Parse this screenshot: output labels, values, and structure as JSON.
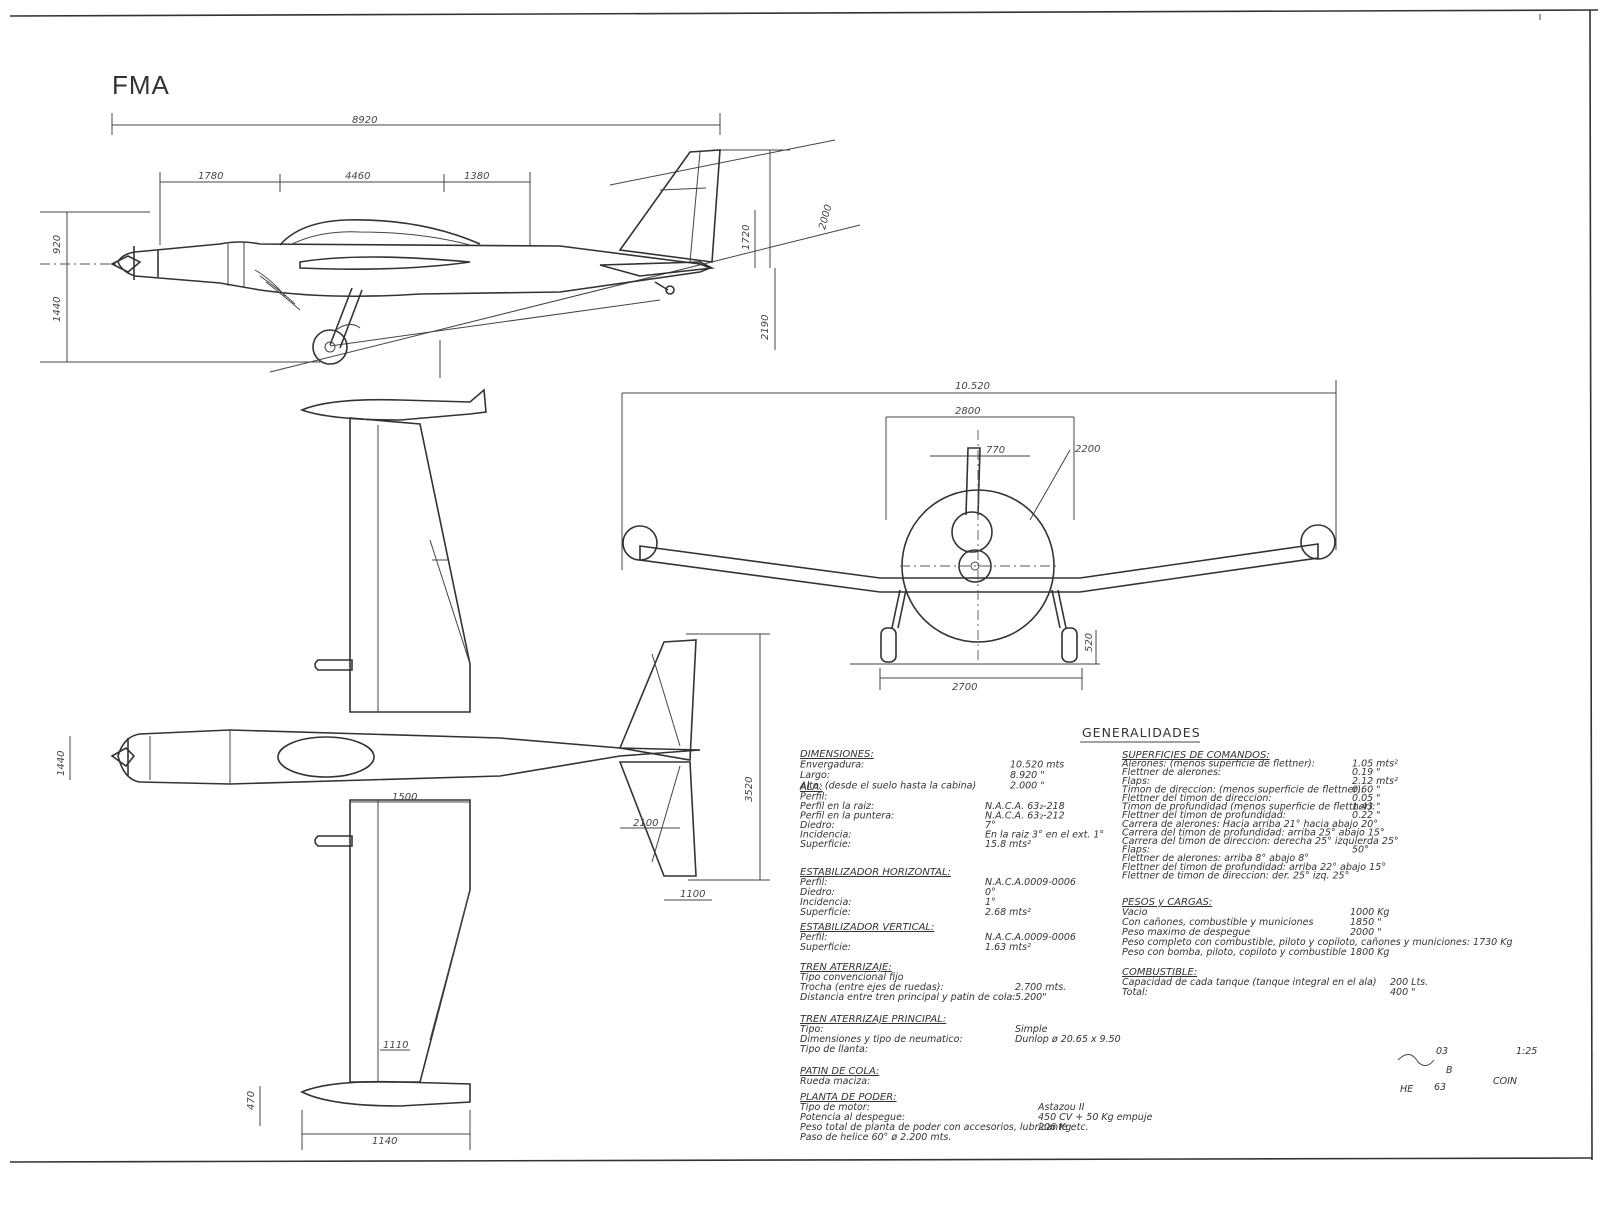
{
  "title": "FMA",
  "dimension_labels": {
    "side_total_length": "8920",
    "side_nose": "1780",
    "side_mid": "4460",
    "side_tail": "1380",
    "side_fin_height": "2000",
    "side_fin_mid": "1720",
    "side_body_height": "920",
    "side_ground_height": "1440",
    "side_tail_height": "2190",
    "front_span": "10.520",
    "front_track_wide": "2800",
    "front_fin": "770",
    "front_prop": "2200",
    "front_gear_height": "520",
    "front_track": "2700",
    "top_tail_span": "3520",
    "top_tail_chord": "1100",
    "top_tail_root": "2100",
    "top_fus_width": "1110",
    "top_wing_root": "1500",
    "top_tip_a": "470",
    "top_tip_b": "1140",
    "top_nose_w": "1440"
  },
  "generalidades": {
    "heading": "GENERALIDADES",
    "dimensiones": {
      "heading": "DIMENSIONES:",
      "rows": [
        {
          "label": "Envergadura:",
          "value": "10.520 mts"
        },
        {
          "label": "Largo:",
          "value": "8.920 \""
        },
        {
          "label": "Alto: (desde el suelo hasta la cabina)",
          "value": "2.000 \""
        }
      ]
    },
    "ala": {
      "heading": "ALA:",
      "rows": [
        {
          "label": "Perfil:",
          "value": ""
        },
        {
          "label": "Perfil en la raiz:",
          "value": "N.A.C.A. 63₂-218"
        },
        {
          "label": "Perfil en la puntera:",
          "value": "N.A.C.A. 63₂-212"
        },
        {
          "label": "Diedro:",
          "value": "7°"
        },
        {
          "label": "Incidencia:",
          "value": "En la raiz 3° en el ext. 1°"
        },
        {
          "label": "Superficie:",
          "value": "15.8 mts²"
        }
      ]
    },
    "estab_horizontal": {
      "heading": "ESTABILIZADOR HORIZONTAL:",
      "rows": [
        {
          "label": "Perfil:",
          "value": "N.A.C.A.0009-0006"
        },
        {
          "label": "Diedro:",
          "value": "0°"
        },
        {
          "label": "Incidencia:",
          "value": "1°"
        },
        {
          "label": "Superficie:",
          "value": "2.68 mts²"
        }
      ]
    },
    "estab_vertical": {
      "heading": "ESTABILIZADOR VERTICAL:",
      "rows": [
        {
          "label": "Perfil:",
          "value": "N.A.C.A.0009-0006"
        },
        {
          "label": "Superficie:",
          "value": "1.63 mts²"
        }
      ]
    },
    "tren": {
      "heading": "TREN ATERRIZAJE:",
      "rows": [
        {
          "label": "Tipo convencional fijo",
          "value": ""
        },
        {
          "label": "Trocha (entre ejes de ruedas):",
          "value": "2.700 mts."
        },
        {
          "label": "Distancia entre tren principal y patin de cola:",
          "value": "5.200\""
        }
      ]
    },
    "tren_principal": {
      "heading": "TREN ATERRIZAJE PRINCIPAL:",
      "rows": [
        {
          "label": "Tipo:",
          "value": "Simple"
        },
        {
          "label": "Dimensiones y tipo de neumatico:",
          "value": "Dunlop ø 20.65 x 9.50"
        },
        {
          "label": "Tipo de llanta:",
          "value": ""
        }
      ]
    },
    "patin": {
      "heading": "PATIN DE COLA:",
      "rows": [
        {
          "label": "Rueda maciza:",
          "value": ""
        }
      ]
    },
    "planta": {
      "heading": "PLANTA DE PODER:",
      "rows": [
        {
          "label": "Tipo de motor:",
          "value": "Astazou II"
        },
        {
          "label": "Potencia al despegue:",
          "value": "450 CV + 50 Kg empuje"
        },
        {
          "label": "Peso total de planta de poder con accesorios, lubricante etc.",
          "value": "206 Kg"
        },
        {
          "label": "Paso de helice 60° ø 2.200 mts.",
          "value": ""
        }
      ]
    },
    "superficies": {
      "heading": "SUPERFICIES DE COMANDOS:",
      "rows": [
        {
          "label": "Alerones: (menos superficie de flettner):",
          "value": "1.05 mts²"
        },
        {
          "label": "Flettner de alerones:",
          "value": "0.19 \""
        },
        {
          "label": "Flaps:",
          "value": "2.12 mts²"
        },
        {
          "label": "Timon de direccion: (menos superficie de flettner):",
          "value": "0.60 \""
        },
        {
          "label": "Flettner del timon de direccion:",
          "value": "0.05 \""
        },
        {
          "label": "Timon de profundidad (menos superficie de flettner):",
          "value": "1.43 \""
        },
        {
          "label": "Flettner del timon de profundidad:",
          "value": "0.22 \""
        },
        {
          "label": "Carrera de alerones: Hacia arriba 21° hacia abajo 20°",
          "value": ""
        },
        {
          "label": "Carrera del timon de profundidad: arriba 25° abajo 15°",
          "value": ""
        },
        {
          "label": "Carrera del timon de direccion: derecha 25° izquierda 25°",
          "value": ""
        },
        {
          "label": "Flaps:",
          "value": "50°"
        },
        {
          "label": "Flettner de alerones: arriba 8° abajo 8°",
          "value": ""
        },
        {
          "label": "Flettner del timon de profundidad: arriba 22° abajo 15°",
          "value": ""
        },
        {
          "label": "Flettner de timon de direccion: der. 25° izq. 25°",
          "value": ""
        }
      ]
    },
    "pesos": {
      "heading": "PESOS y CARGAS:",
      "rows": [
        {
          "label": "Vacio",
          "value": "1000 Kg"
        },
        {
          "label": "Con cañones, combustible y municiones",
          "value": "1850 \""
        },
        {
          "label": "Peso maximo de despegue",
          "value": "2000 \""
        },
        {
          "label": "Peso completo con combustible, piloto y copiloto, cañones y municiones: 1730 Kg",
          "value": ""
        },
        {
          "label": "Peso con bomba, piloto, copiloto y combustible",
          "value": "1800 Kg"
        }
      ]
    },
    "combustible": {
      "heading": "COMBUSTIBLE:",
      "rows": [
        {
          "label": "Capacidad de cada tanque (tanque integral en el ala)",
          "value": "200 Lts."
        },
        {
          "label": "Total:",
          "value": "400 \""
        }
      ]
    }
  },
  "title_block": {
    "scale": "1:25",
    "code": "COIN",
    "mark_a": "03",
    "mark_b": "B",
    "mark_c": "63",
    "signature": "HE"
  }
}
